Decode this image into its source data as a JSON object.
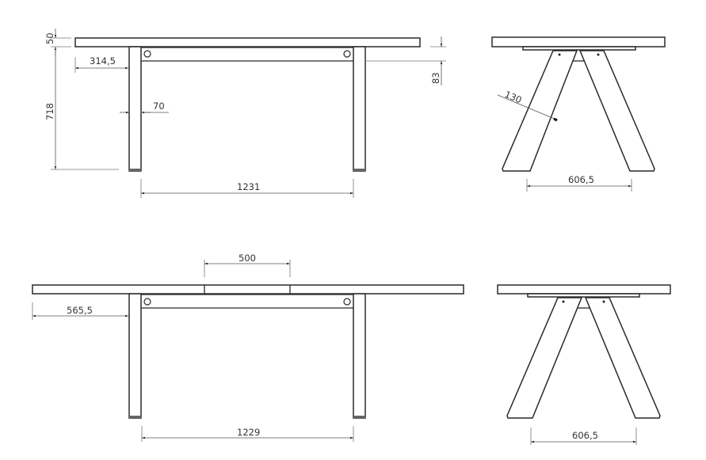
{
  "drawing": {
    "type": "technical-drawing",
    "subject": "extendable table with A-frame legs",
    "units": "mm",
    "views": [
      {
        "name": "front-view-closed",
        "dimensions": {
          "top_thickness": "50",
          "overall_height": "718",
          "overhang": "314,5",
          "leg_width": "70",
          "apron_height": "83",
          "leg_spacing": "1231"
        }
      },
      {
        "name": "side-view-closed",
        "dimensions": {
          "leg_width_diag": "130",
          "foot_spread": "606,5"
        }
      },
      {
        "name": "front-view-extended",
        "dimensions": {
          "extension_leaf": "500",
          "overhang": "565,5",
          "leg_spacing": "1229"
        }
      },
      {
        "name": "side-view-extended",
        "dimensions": {
          "foot_spread": "606,5"
        }
      }
    ]
  }
}
